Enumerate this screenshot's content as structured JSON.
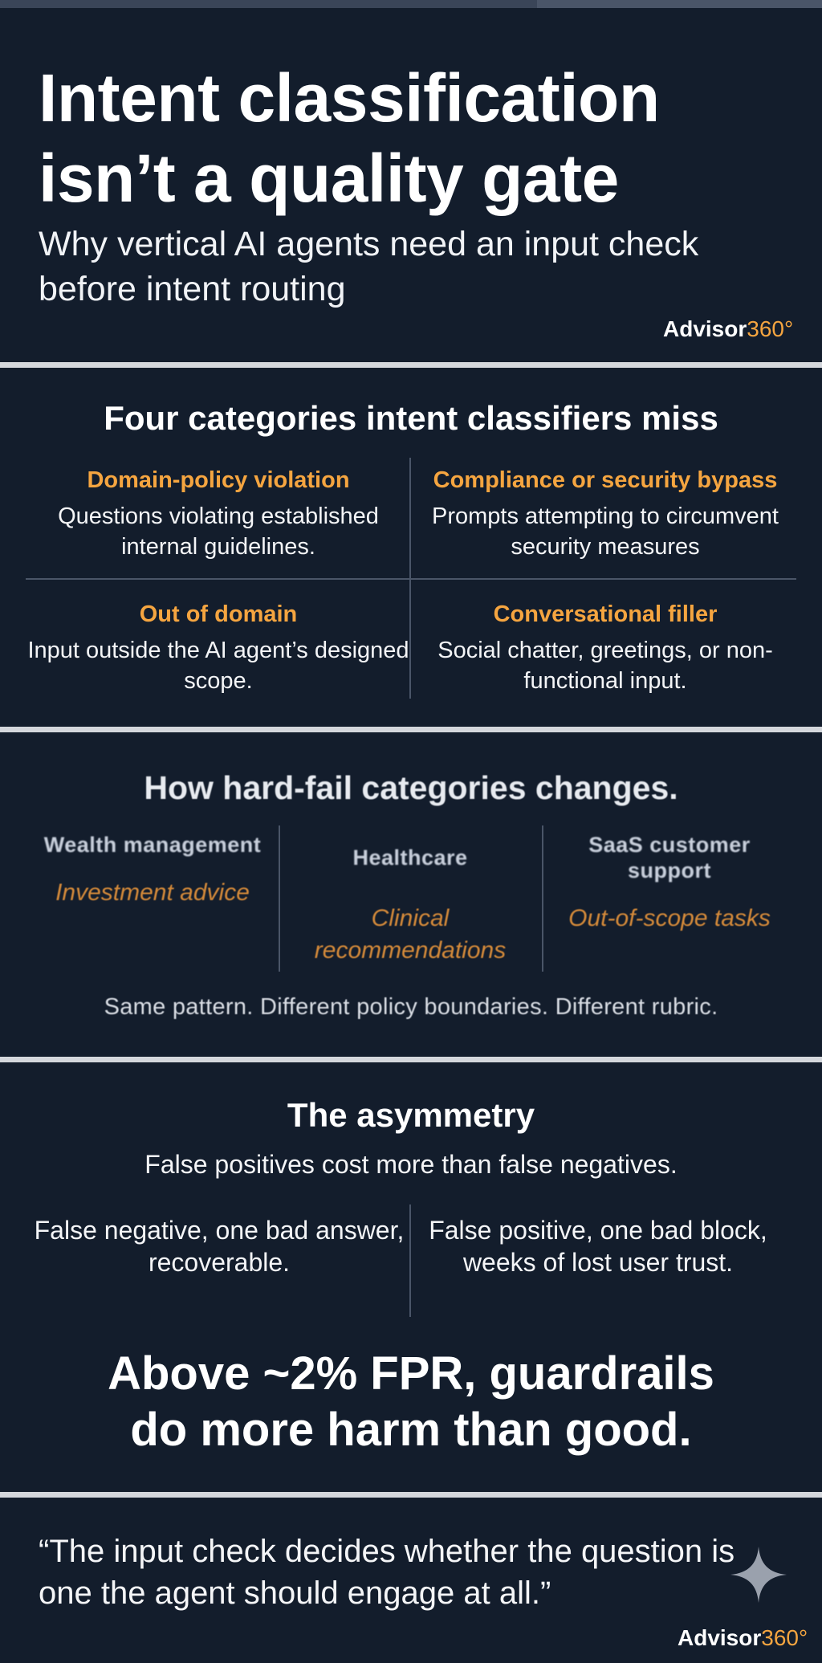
{
  "header": {
    "title": "Intent classification isn’t a quality gate",
    "subtitle": "Why vertical AI agents need an input check before intent routing",
    "brand_name": "Advisor",
    "brand_number": "360°"
  },
  "categories": {
    "title": "Four categories intent classifiers miss",
    "items": [
      {
        "name": "Domain-policy violation",
        "desc": "Questions violating established internal guidelines."
      },
      {
        "name": "Compliance or security bypass",
        "desc": "Prompts attempting to circumvent security measures"
      },
      {
        "name": "Out of domain",
        "desc": "Input outside the AI agent’s designed scope."
      },
      {
        "name": "Conversational filler",
        "desc": "Social chatter, greetings, or non-functional input."
      }
    ]
  },
  "industries": {
    "title": "How hard-fail categories changes.",
    "items": [
      {
        "industry": "Wealth management",
        "topic": "Investment advice"
      },
      {
        "industry": "Healthcare",
        "topic": "Clinical recommendations"
      },
      {
        "industry": "SaaS customer support",
        "topic": "Out-of-scope tasks"
      }
    ],
    "note": "Same pattern. Different policy boundaries. Different rubric."
  },
  "asymmetry": {
    "title": "The asymmetry",
    "subtitle": "False positives cost more than false negatives.",
    "left": "False negative, one bad answer, recoverable.",
    "right": "False positive, one bad block, weeks of lost user trust.",
    "conclusion": "Above ~2% FPR, guardrails do more harm than good."
  },
  "quote": {
    "text": "“The input check decides whether the question is one the agent should engage at all.”"
  },
  "colors": {
    "background": "#131d2c",
    "accent": "#f5a540",
    "divider": "#d4d7dc"
  },
  "icons": [
    "sparkle-icon"
  ]
}
